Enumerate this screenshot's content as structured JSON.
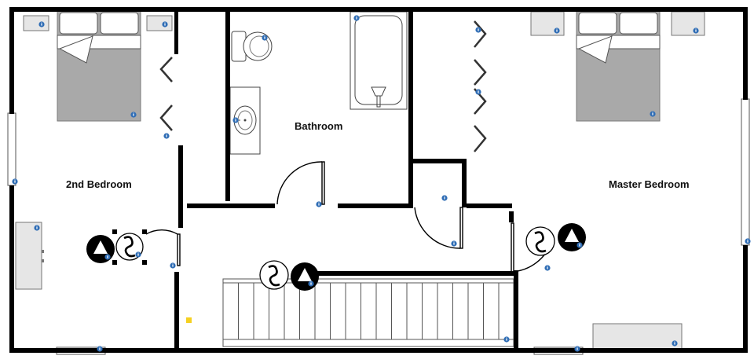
{
  "plan": {
    "rooms": [
      {
        "id": "bathroom",
        "label": "Bathroom"
      },
      {
        "id": "second-bedroom",
        "label": "2nd Bedroom"
      },
      {
        "id": "master-bedroom",
        "label": "Master Bedroom"
      }
    ],
    "colors": {
      "wall": "#000000",
      "furniture_fill": "#a9a9a9",
      "furniture_light": "#e6e6e6",
      "info_marker": "#2f6db5",
      "smoke_detector": "#000000",
      "note_marker": "#f5d020"
    },
    "icons": [
      "bed-icon",
      "nightstand-icon",
      "toilet-icon",
      "bathtub-icon",
      "sink-icon",
      "dresser-icon",
      "stairs-icon",
      "smoke-detector-icon",
      "ceiling-fan-icon",
      "info-marker-icon",
      "window-icon",
      "door-swing-icon",
      "bifold-door-icon"
    ]
  }
}
